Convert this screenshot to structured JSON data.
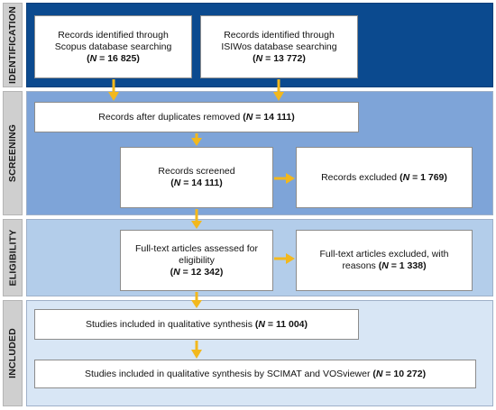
{
  "colors": {
    "identification_band": "#0b4a8f",
    "screening_band": "#7ea4d8",
    "eligibility_band": "#b3cdea",
    "included_band": "#d8e6f5",
    "sidebar": "#cfcfcf",
    "arrow": "#f2b81d"
  },
  "stages": {
    "identification": "IDENTIFICATION",
    "screening": "SCREENING",
    "eligibility": "ELIGIBILITY",
    "included": "INCLUDED"
  },
  "boxes": {
    "scopus": {
      "line1": "Records identified through",
      "line2": "Scopus database searching",
      "n_prefix": "(",
      "n_label": "N",
      "n_value": " = 16 825",
      "n_suffix": ")"
    },
    "isiwos": {
      "line1": "Records identified through",
      "line2": "ISIWos database searching",
      "n_prefix": "(",
      "n_label": "N",
      "n_value": " = 13 772",
      "n_suffix": ")"
    },
    "duplicates": {
      "text": "Records after duplicates removed ",
      "n_prefix": "(",
      "n_label": "N",
      "n_value": " = 14 111",
      "n_suffix": ")"
    },
    "screened": {
      "line1": "Records screened",
      "n_prefix": "(",
      "n_label": "N",
      "n_value": " = 14 111",
      "n_suffix": ")"
    },
    "excluded": {
      "text": "Records excluded ",
      "n_prefix": "(",
      "n_label": "N",
      "n_value": " = 1 769",
      "n_suffix": ")"
    },
    "fulltext": {
      "line1": "Full-text articles assessed for",
      "line2": "eligibility",
      "n_prefix": "(",
      "n_label": "N",
      "n_value": " = 12 342",
      "n_suffix": ")"
    },
    "fulltext_excluded": {
      "line1": "Full-text articles excluded, with",
      "line2": "reasons ",
      "n_prefix": "(",
      "n_label": "N",
      "n_value": " = 1 338",
      "n_suffix": ")"
    },
    "qualitative": {
      "text": "Studies included in qualitative synthesis ",
      "n_prefix": "(",
      "n_label": "N",
      "n_value": " = 11 004",
      "n_suffix": ")"
    },
    "scimat": {
      "text": "Studies included in qualitative synthesis by SCIMAT and VOSviewer ",
      "n_prefix": "(",
      "n_label": "N",
      "n_value": " = 10 272",
      "n_suffix": ")"
    }
  }
}
